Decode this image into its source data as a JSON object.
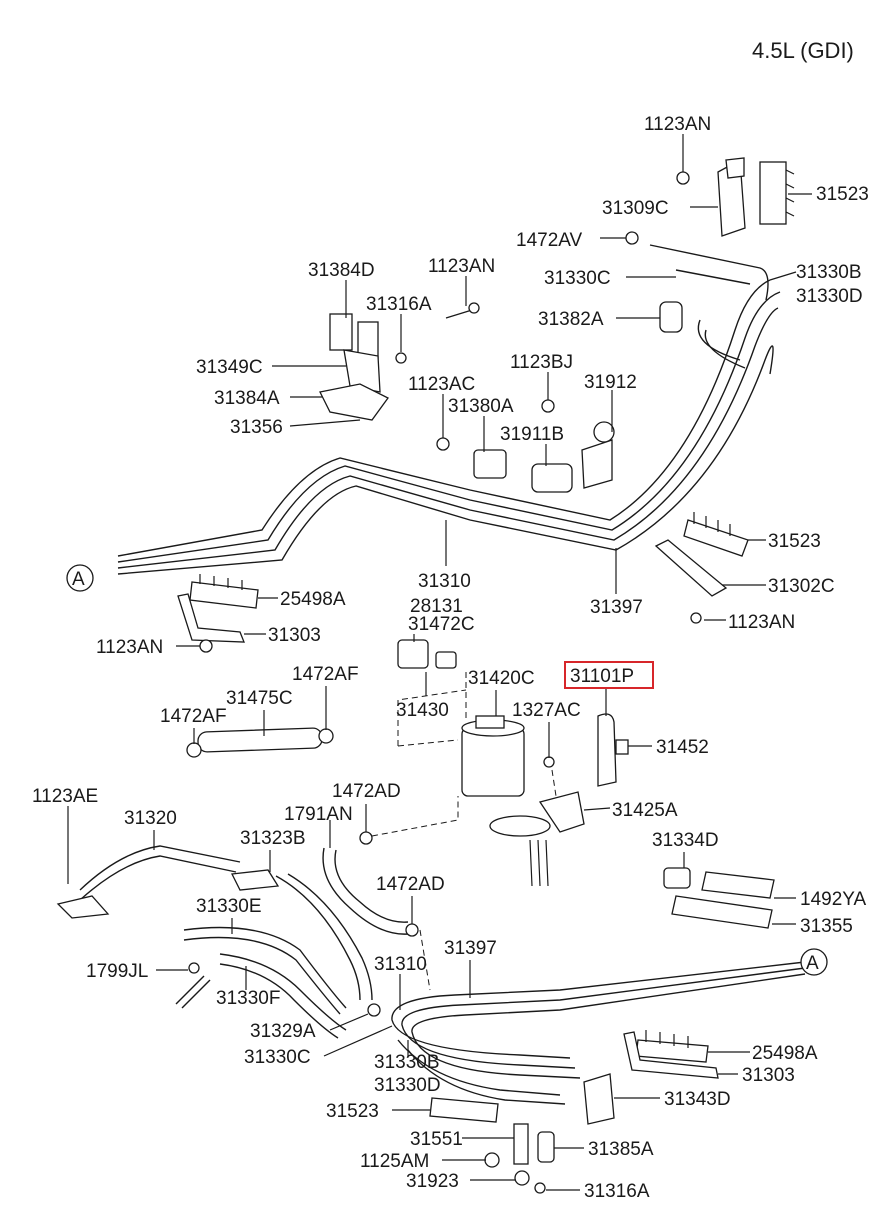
{
  "header": {
    "engine_label": "4.5L (GDI)"
  },
  "highlight_color": "#d7262a",
  "callouts": {
    "c1123AN_top": "1123AN",
    "c31309C": "31309C",
    "c31523_top": "31523",
    "c1472AV": "1472AV",
    "c31330C_top": "31330C",
    "c31330B_top": "31330B",
    "c31330D_top": "31330D",
    "c31384D": "31384D",
    "c1123AN_mid": "1123AN",
    "c31316A_top": "31316A",
    "c31382A": "31382A",
    "c31349C": "31349C",
    "c1123BJ": "1123BJ",
    "c31384A": "31384A",
    "c1123AC": "1123AC",
    "c31912": "31912",
    "c31380A": "31380A",
    "c31356": "31356",
    "c31911B": "31911B",
    "c31523_mid": "31523",
    "c31310_top": "31310",
    "c31302C": "31302C",
    "c25498A_left": "25498A",
    "c31397_top": "31397",
    "c28131": "28131",
    "c1123AN_right": "1123AN",
    "c31303_left": "31303",
    "c31472C": "31472C",
    "c1123AN_left": "1123AN",
    "c31101P": "31101P",
    "c1472AF_right": "1472AF",
    "c31420C": "31420C",
    "c31475C": "31475C",
    "c31430": "31430",
    "c1327AC": "1327AC",
    "c1472AF_left": "1472AF",
    "c31452": "31452",
    "c1123AE": "1123AE",
    "c1472AD_top": "1472AD",
    "c31425A": "31425A",
    "c31320": "31320",
    "c1791AN": "1791AN",
    "c31334D": "31334D",
    "c31323B": "31323B",
    "c1472AD_mid": "1472AD",
    "c1492YA": "1492YA",
    "c31330E": "31330E",
    "c31355": "31355",
    "c31397_bot": "31397",
    "c1799JL": "1799JL",
    "c31310_bot": "31310",
    "c31330F": "31330F",
    "c31329A": "31329A",
    "c25498A_right": "25498A",
    "c31330C_bot": "31330C",
    "c31330B_bot": "31330B",
    "c31303_right": "31303",
    "c31330D_bot": "31330D",
    "c31343D": "31343D",
    "c31523_bot": "31523",
    "c31551": "31551",
    "c31385A": "31385A",
    "c1125AM": "1125AM",
    "c31923": "31923",
    "c31316A_bot": "31316A"
  },
  "connectors": {
    "left": "A",
    "right": "A"
  }
}
